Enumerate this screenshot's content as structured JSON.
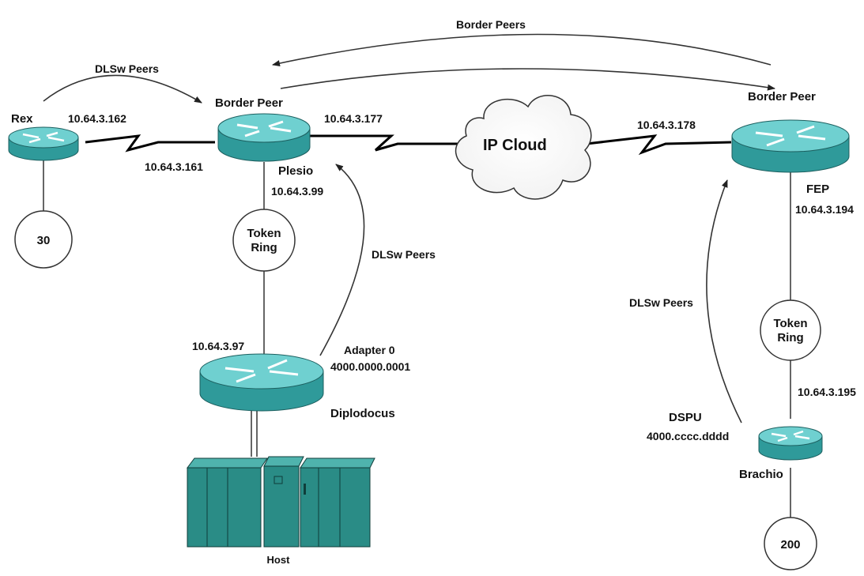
{
  "arrows": {
    "border_peers": "Border  Peers",
    "dlsw_peers_left": "DLSw Peers",
    "dlsw_peers_mid": "DLSw Peers",
    "dlsw_peers_right": "DLSw Peers"
  },
  "rex": {
    "name": "Rex",
    "ip_top": "10.64.3.162",
    "ip_bottom": "10.64.3.161",
    "ring_num": "30"
  },
  "plesio": {
    "role": "Border Peer",
    "ip_link": "10.64.3.177",
    "name": "Plesio",
    "ip_ring": "10.64.3.99"
  },
  "token_ring_left": {
    "line1": "Token",
    "line2": "Ring"
  },
  "ip_cloud": {
    "label": "IP Cloud"
  },
  "fep_router": {
    "role": "Border Peer",
    "ip_link": "10.64.3.178",
    "name": "FEP",
    "ip_ring": "10.64.3.194"
  },
  "token_ring_right": {
    "line1": "Token",
    "line2": "Ring"
  },
  "diplodocus": {
    "ip": "10.64.3.97",
    "adapter": "Adapter 0",
    "mac": "4000.0000.0001",
    "name": "Diplodocus"
  },
  "host": {
    "label": "Host"
  },
  "brachio": {
    "ip": "10.64.3.195",
    "dspu_label": "DSPU",
    "dspu_mac": "4000.cccc.dddd",
    "name": "Brachio",
    "ring_num": "200"
  },
  "colors": {
    "router_body": "#2f9a9a",
    "router_top": "#6fd0d0",
    "mainframe": "#2a8c86"
  }
}
